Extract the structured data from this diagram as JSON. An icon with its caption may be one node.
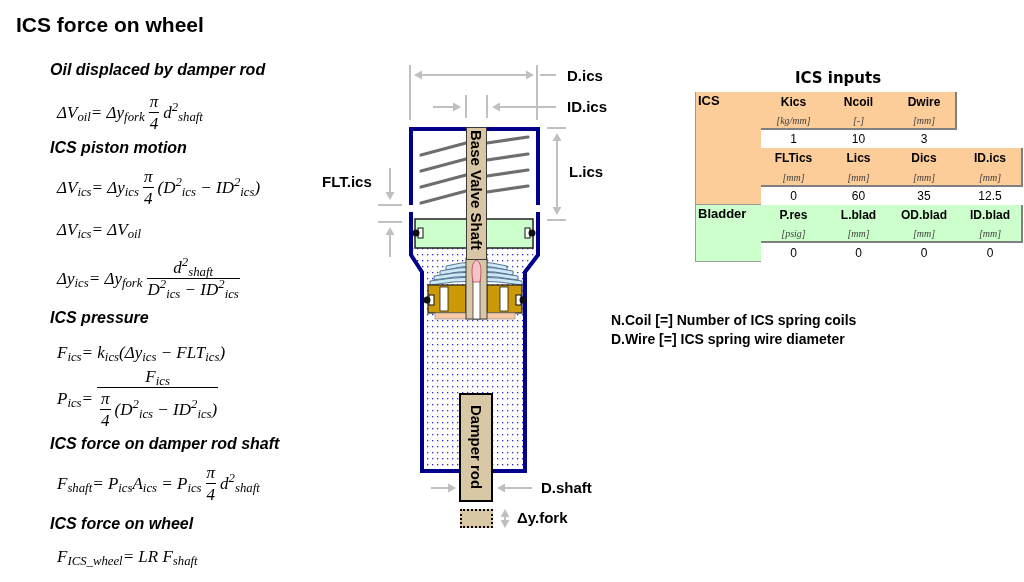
{
  "diagram": {
    "title": "ICS force on wheel",
    "nodes": [
      {
        "text": [
          "Base Valve Shaft"
        ]
      },
      {
        "text": [
          "Damper rod"
        ]
      }
    ],
    "labels": [
      "Oil displaced by damper rod",
      "ΔV$_{oil}$= Δy$_{fork}$",
      "π",
      "4",
      "d$^{2}$$_{shaft}$",
      "ICS piston motion",
      "ΔV$_{ics}$= Δy$_{ics}$",
      "π",
      "4",
      "(D$^{2}$$_{ics}$ − ID$^{2}$$_{ics}$)",
      "ΔV$_{ics}$= ΔV$_{oil}$",
      "Δy$_{ics}$= Δy$_{fork}$",
      "d$^{2}$$_{shaft}$",
      "D$^{2}$$_{ics}$ − ID$^{2}$$_{ics}$",
      "ICS pressure",
      "F$_{ics}$= k$_{ics}$(Δy$_{ics}$ − FLT$_{ics}$)",
      "P$_{ics}$=",
      "F$_{ics}$",
      "π",
      "4",
      "(D$^{2}$$_{ics}$ − ID$^{2}$$_{ics}$)",
      "ICS force on damper rod shaft",
      "F$_{shaft}$= P$_{ics}$A$_{ics}$ = P$_{ics}$",
      "π",
      "4",
      "d$^{2}$$_{shaft}$",
      "ICS force on wheel",
      "F$_{ICS_wheel}$= LR F$_{shaft}$",
      "D.ics",
      "ID.ics",
      "FLT.ics",
      "L.ics",
      "D.shaft",
      "Δy.fork",
      "ICS inputs",
      "ICS",
      "Kics",
      "Ncoil",
      "Dwire",
      "[kg/mm]",
      "[-]",
      "[mm]",
      "1",
      "10",
      "3",
      "FLTics",
      "Lics",
      "Dics",
      "ID.ics",
      "[mm]",
      "[mm]",
      "[mm]",
      "[mm]",
      "0",
      "60",
      "35",
      "12.5",
      "Bladder",
      "P.res",
      "L.blad",
      "OD.blad",
      "ID.blad",
      "[psig]",
      "[mm]",
      "[mm]",
      "[mm]",
      "0",
      "0",
      "0",
      "0",
      "N.Coil [=] Number of ICS spring coils",
      "D.Wire [=] ICS spring wire diameter"
    ]
  }
}
